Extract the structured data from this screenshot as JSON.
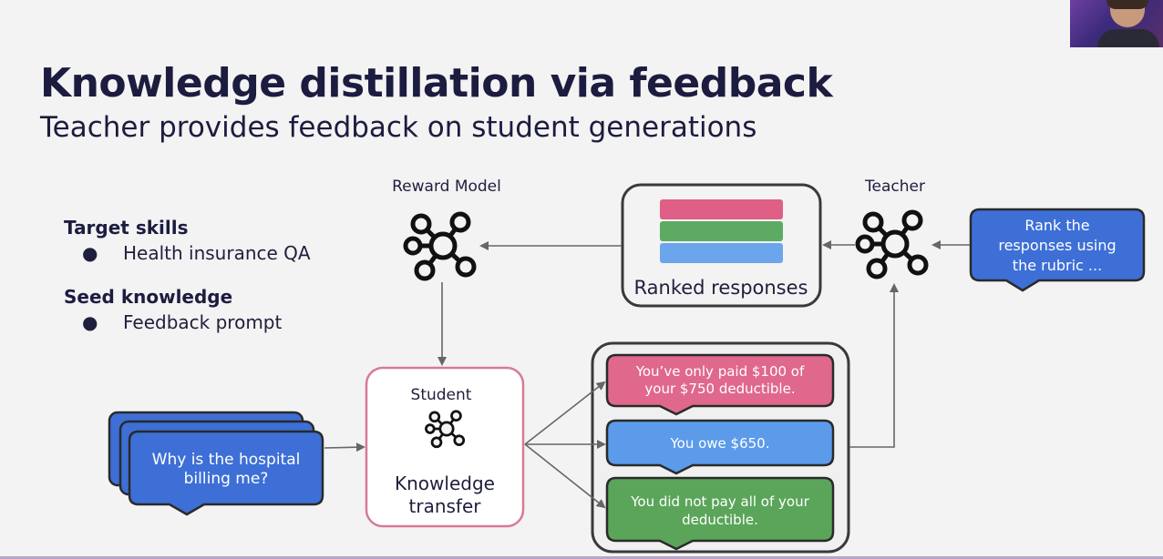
{
  "slide": {
    "title": "Knowledge distillation via feedback",
    "subtitle": "Teacher provides feedback on student generations"
  },
  "skills_panel": {
    "target_skills_heading": "Target skills",
    "target_skills_items": [
      "Health insurance QA"
    ],
    "seed_knowledge_heading": "Seed knowledge",
    "seed_knowledge_items": [
      "Feedback prompt"
    ],
    "bullet_glyph": "●"
  },
  "diagram": {
    "reward_model": {
      "label": "Reward Model",
      "icon": "network-node-icon"
    },
    "teacher": {
      "label": "Teacher",
      "icon": "network-node-icon"
    },
    "ranked_responses": {
      "label": "Ranked responses",
      "bar_colors": [
        "#e05f86",
        "#5dab63",
        "#6ba6ec"
      ]
    },
    "teacher_prompt": {
      "lines": [
        "Rank the",
        "responses using",
        "the rubric ..."
      ]
    },
    "student": {
      "label": "Student",
      "icon": "network-node-icon",
      "caption_lines": [
        "Knowledge",
        "transfer"
      ]
    },
    "question_bubble": {
      "lines": [
        "Why is the hospital",
        "billing me?"
      ]
    },
    "responses": [
      {
        "lines": [
          "You’ve only paid $100 of",
          "your $750 deductible."
        ],
        "color": "#e0688c"
      },
      {
        "lines": [
          "You owe $650."
        ],
        "color": "#5b9bea"
      },
      {
        "lines": [
          "You did not pay all of your",
          "deductible."
        ],
        "color": "#5aa55a"
      }
    ]
  },
  "colors": {
    "accent_blue": "#3d6fd6",
    "outline_dark": "#3a3a3a",
    "student_border": "#d87a93"
  }
}
